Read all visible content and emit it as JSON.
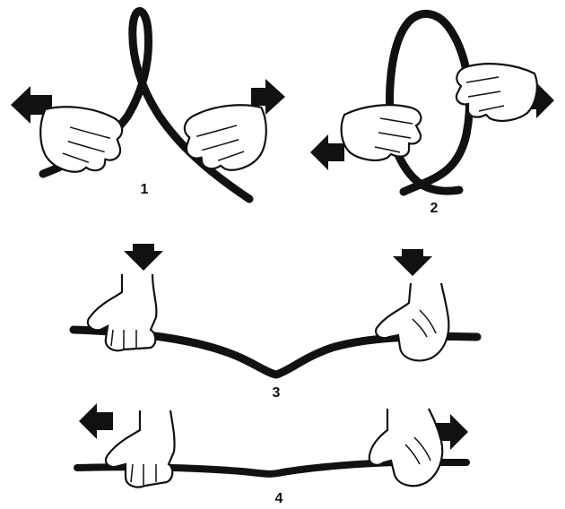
{
  "steps": [
    {
      "label": "1",
      "action": "twist-loop"
    },
    {
      "label": "2",
      "action": "pull-loop-open"
    },
    {
      "label": "3",
      "action": "press-down"
    },
    {
      "label": "4",
      "action": "pull-apart"
    }
  ],
  "colors": {
    "ink": "#111111",
    "background": "#ffffff",
    "skin": "#ffffff"
  },
  "icons": [
    "arrow-left-icon",
    "arrow-right-icon",
    "arrow-down-icon",
    "hand-icon",
    "rope-icon"
  ]
}
